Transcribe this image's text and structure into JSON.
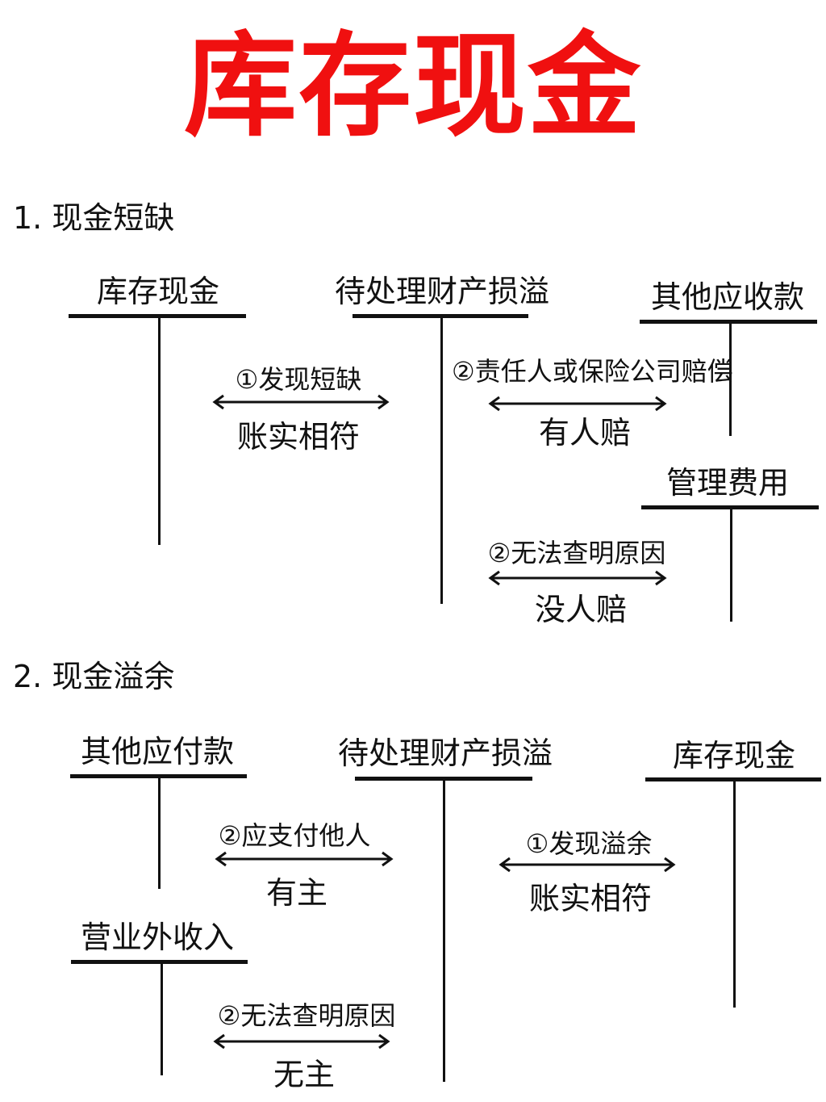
{
  "title": "库存现金",
  "colors": {
    "title": "#f01010",
    "lines": "#111111"
  },
  "section1": {
    "heading": "1. 现金短缺",
    "accounts": [
      "库存现金",
      "待处理财产损溢",
      "其他应收款",
      "管理费用"
    ],
    "arrows": [
      {
        "top": "①发现短缺",
        "bottom": "账实相符"
      },
      {
        "top": "②责任人或保险公司赔偿",
        "bottom": "有人赔"
      },
      {
        "top": "②无法查明原因",
        "bottom": "没人赔"
      }
    ]
  },
  "section2": {
    "heading": "2. 现金溢余",
    "accounts": [
      "其他应付款",
      "待处理财产损溢",
      "库存现金",
      "营业外收入"
    ],
    "arrows": [
      {
        "top": "②应支付他人",
        "bottom": "有主"
      },
      {
        "top": "①发现溢余",
        "bottom": "账实相符"
      },
      {
        "top": "②无法查明原因",
        "bottom": "无主"
      }
    ]
  }
}
